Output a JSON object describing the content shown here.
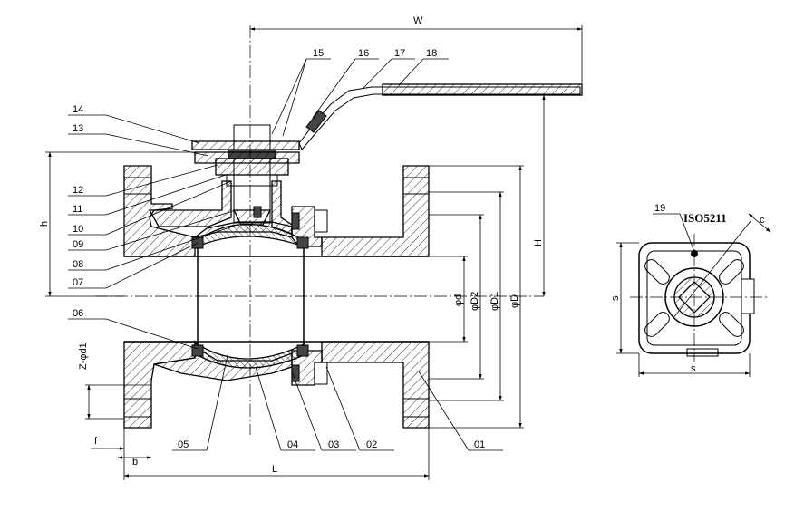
{
  "part_numbers": [
    "01",
    "02",
    "03",
    "04",
    "05",
    "06",
    "07",
    "08",
    "09",
    "10",
    "11",
    "12",
    "13",
    "14",
    "15",
    "16",
    "17",
    "18",
    "19"
  ],
  "dimensions": {
    "W": "W",
    "H": "H",
    "h": "h",
    "L": "L",
    "f": "f",
    "b": "b",
    "bolt_holes": "Z-φd1",
    "d": "φd",
    "D2": "φD2",
    "D1": "φD1",
    "D": "φD",
    "s_vertical": "s",
    "s_horizontal": "s",
    "c": "c"
  },
  "iso_label": "ISO5211"
}
